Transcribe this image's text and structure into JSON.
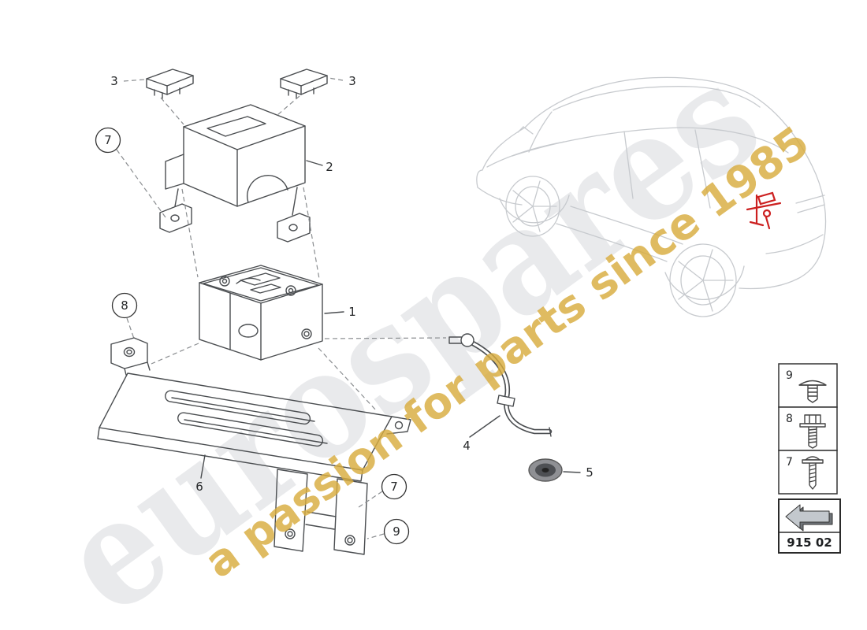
{
  "watermark": {
    "brand": "eurospares",
    "tagline": "a passion for parts since 1985",
    "brand_color": "#e9eaec",
    "tagline_color": "#d8ac3e"
  },
  "colors": {
    "line": "#4a4d50",
    "dashed": "#8a8d90",
    "car_line": "#c7cace",
    "highlight": "#cc2020"
  },
  "callouts": {
    "cap_left": "3",
    "cap_right": "3",
    "cover_screw": "7",
    "cover": "2",
    "capacitor": "1",
    "bracket_bolt": "8",
    "bracket": "6",
    "bracket_screw": "7",
    "bracket_rivet": "9",
    "vent_pipe": "4",
    "grommet": "5"
  },
  "legend": {
    "items": [
      {
        "number": "9",
        "icon": "push-rivet-icon"
      },
      {
        "number": "8",
        "icon": "flange-bolt-icon"
      },
      {
        "number": "7",
        "icon": "tapping-screw-icon"
      }
    ]
  },
  "part_group": {
    "code": "915 02"
  }
}
